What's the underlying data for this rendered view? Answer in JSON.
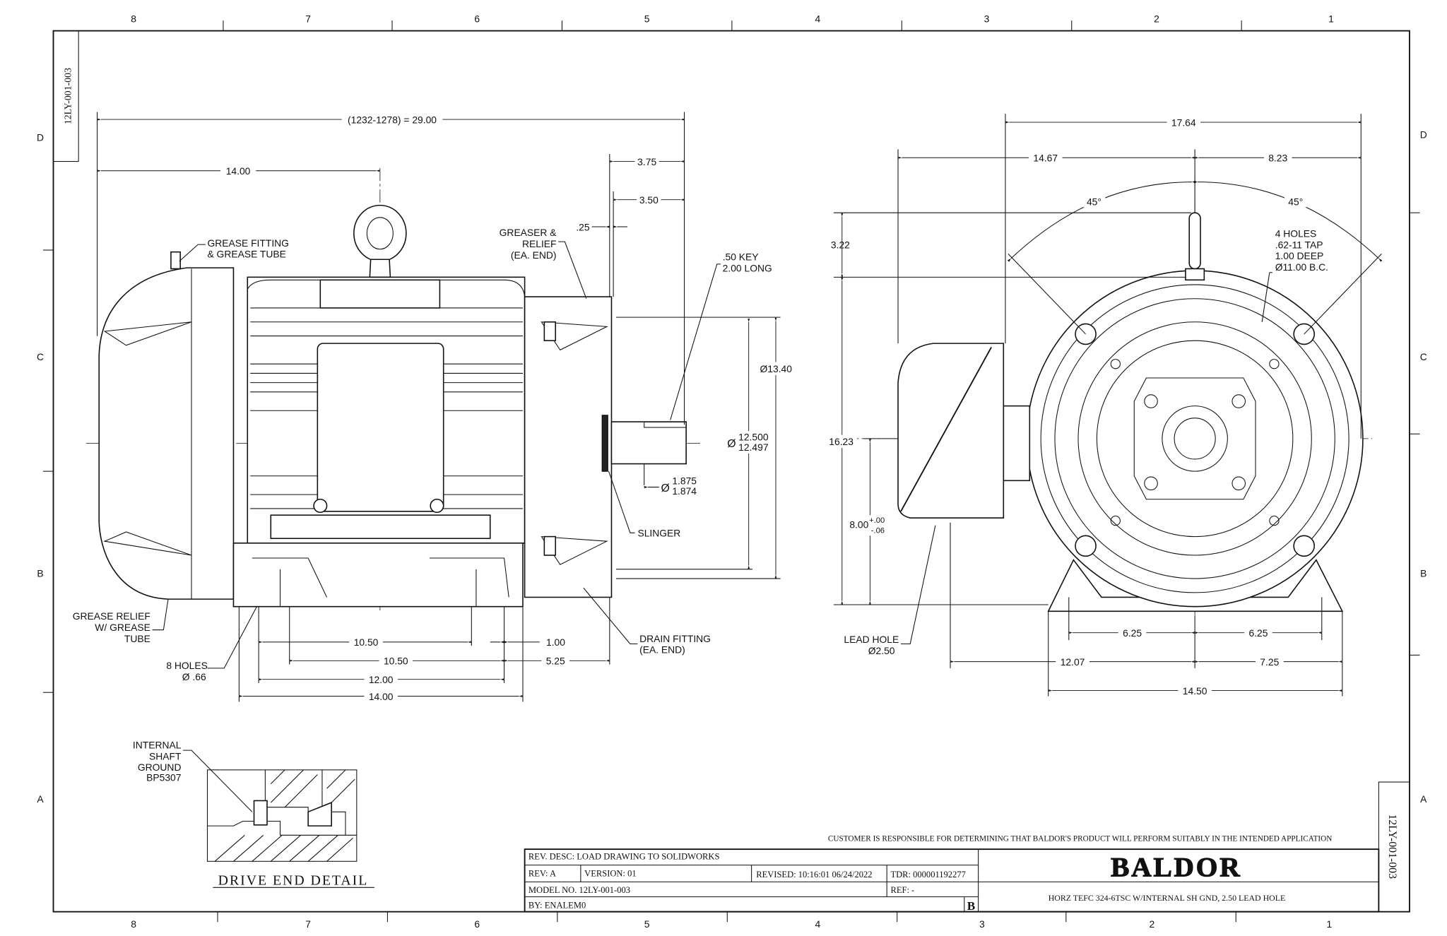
{
  "drawing_number": "12LY-001-003",
  "zones": {
    "columns": [
      "8",
      "7",
      "6",
      "5",
      "4",
      "3",
      "2",
      "1"
    ],
    "rows": [
      "D",
      "C",
      "B",
      "A"
    ]
  },
  "side_view": {
    "overall_length": "(1232-1278) = 29.00",
    "fan_to_eyebolt": "14.00",
    "shaft_3_75": "3.75",
    "shaft_3_50": "3.50",
    "gap_25": ".25",
    "grease_fitting": [
      "GREASE FITTING",
      "& GREASE TUBE"
    ],
    "greaser_relief": [
      "GREASER &",
      "RELIEF",
      "(EA. END)"
    ],
    "key": [
      ".50 KEY",
      "2.00 LONG"
    ],
    "dia_13_40": "Ø13.40",
    "dia_12500_sym": "Ø",
    "dia_12500_top": "12.500",
    "dia_12500_bot": "12.497",
    "dia_1875_sym": "Ø",
    "dia_1875_top": "1.875",
    "dia_1875_bot": "1.874",
    "slinger": "SLINGER",
    "drain_fitting": [
      "DRAIN FITTING",
      "(EA. END)"
    ],
    "grease_relief": [
      "GREASE RELIEF",
      "W/ GREASE",
      "TUBE"
    ],
    "holes": [
      "8 HOLES",
      "Ø .66"
    ],
    "bottom_dims": [
      "10.50",
      "10.50",
      "12.00",
      "14.00",
      "1.00",
      "5.25"
    ]
  },
  "detail": {
    "callout": [
      "INTERNAL",
      "SHAFT",
      "GROUND",
      "BP5307"
    ],
    "title": "DRIVE END DETAIL"
  },
  "front_view": {
    "width_17_64": "17.64",
    "dim_14_67": "14.67",
    "dim_8_23": "8.23",
    "angle_left": "45°",
    "angle_right": "45°",
    "dim_3_22": "3.22",
    "holes": [
      "4 HOLES",
      ".62-11 TAP",
      "1.00 DEEP",
      "Ø11.00 B.C."
    ],
    "height_16_23": "16.23",
    "shaft_height": "8.00",
    "shaft_tol_plus": "+.00",
    "shaft_tol_minus": "-.06",
    "lead_hole": [
      "LEAD HOLE",
      "Ø2.50"
    ],
    "foot_left": "6.25",
    "foot_right": "6.25",
    "dim_12_07": "12.07",
    "dim_7_25": "7.25",
    "dim_14_50": "14.50"
  },
  "title_block": {
    "disclaimer": "CUSTOMER IS RESPONSIBLE FOR DETERMINING THAT BALDOR'S PRODUCT WILL PERFORM SUITABLY IN THE INTENDED APPLICATION",
    "rev_desc": "REV. DESC: LOAD DRAWING TO SOLIDWORKS",
    "rev": "REV:  A",
    "version": "VERSION:  01",
    "revised": "REVISED:  10:16:01 06/24/2022",
    "tdr": "TDR: 000001192277",
    "model_no": "MODEL NO.  12LY-001-003",
    "ref": "REF:  -",
    "by": "BY: ENALEM0",
    "size": "B",
    "logo": "BALDOR",
    "description": "HORZ TEFC 324-6TSC W/INTERNAL SH GND, 2.50 LEAD HOLE"
  }
}
